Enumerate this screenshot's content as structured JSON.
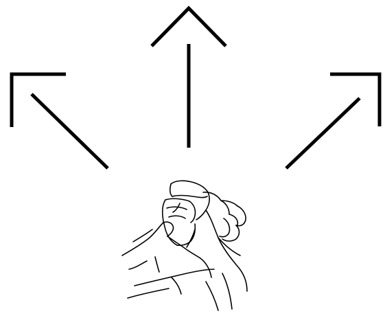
{
  "colors": {
    "background": "#ffffff",
    "ink": "#000000"
  },
  "arrows": [
    {
      "name": "arrow-up-left-icon",
      "direction": "up-left"
    },
    {
      "name": "arrow-up-icon",
      "direction": "up"
    },
    {
      "name": "arrow-up-right-icon",
      "direction": "up-right"
    }
  ],
  "hands": {
    "name": "hands-gesture-illustration",
    "description_icon": "two-hands-clasped-gesture-icon"
  }
}
